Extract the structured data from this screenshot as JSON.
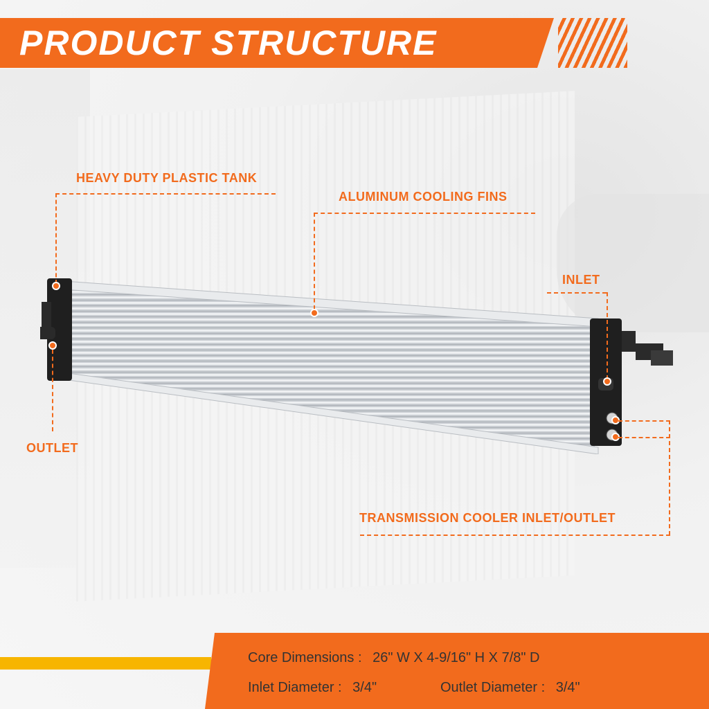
{
  "header": {
    "title": "PRODUCT STRUCTURE"
  },
  "labels": {
    "tank": "HEAVY DUTY PLASTIC TANK",
    "fins": "ALUMINUM COOLING FINS",
    "inlet": "INLET",
    "outlet": "OUTLET",
    "trans": "TRANSMISSION COOLER INLET/OUTLET"
  },
  "specs": {
    "core_label": "Core Dimensions :",
    "core_value": "26\" W X 4-9/16\" H X 7/8\" D",
    "inlet_label": "Inlet Diameter :",
    "inlet_value": "3/4\"",
    "outlet_label": "Outlet Diameter :",
    "outlet_value": "3/4\""
  },
  "colors": {
    "accent": "#f26b1d",
    "yellow": "#f7b500"
  }
}
